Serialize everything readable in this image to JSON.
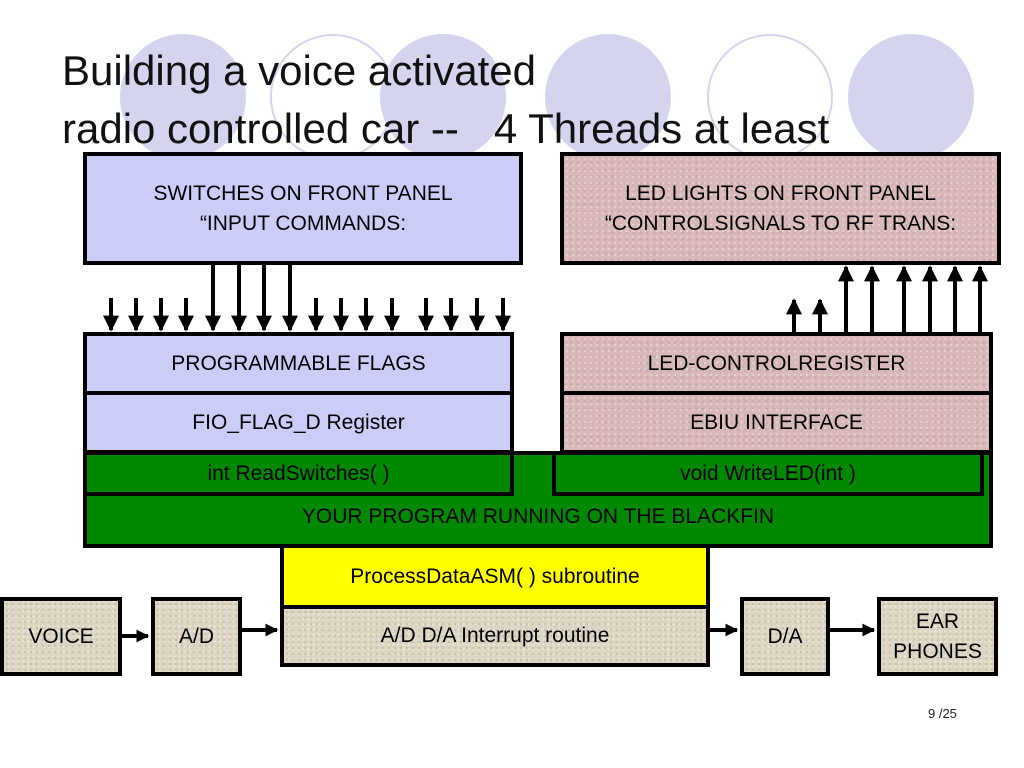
{
  "slide": {
    "title_line1": "Building a voice activated",
    "title_line2": "radio controlled car --   4 Threads at least",
    "page_number": "9 /25"
  },
  "colors": {
    "lavender": "#ccccf8",
    "rose": "#d8b8b8",
    "green": "#008800",
    "yellow": "#ffff00",
    "stone": "#ddd5c3",
    "decor_circle": "#d4d4ee"
  },
  "blocks": {
    "switches_line1": "SWITCHES ON FRONT PANEL",
    "switches_line2": "“INPUT COMMANDS:",
    "leds_line1": "LED LIGHTS ON FRONT PANEL",
    "leds_line2": "“CONTROLSIGNALS TO RF TRANS:",
    "prog_flags": "PROGRAMMABLE FLAGS",
    "fio_flag": "FIO_FLAG_D Register",
    "led_control": "LED-CONTROLREGISTER",
    "ebiu": "EBIU INTERFACE",
    "read_switches": "int ReadSwitches( )",
    "write_led": "void WriteLED(int )",
    "your_program": "YOUR PROGRAM RUNNING ON THE BLACKFIN",
    "process_data": "ProcessDataASM( ) subroutine",
    "interrupt": "A/D D/A Interrupt routine",
    "voice": "VOICE",
    "ad": "A/D",
    "da": "D/A",
    "ear_line1": "EAR",
    "ear_line2": "PHONES"
  },
  "icons": {
    "decor": "circle",
    "connectors": "arrow"
  }
}
